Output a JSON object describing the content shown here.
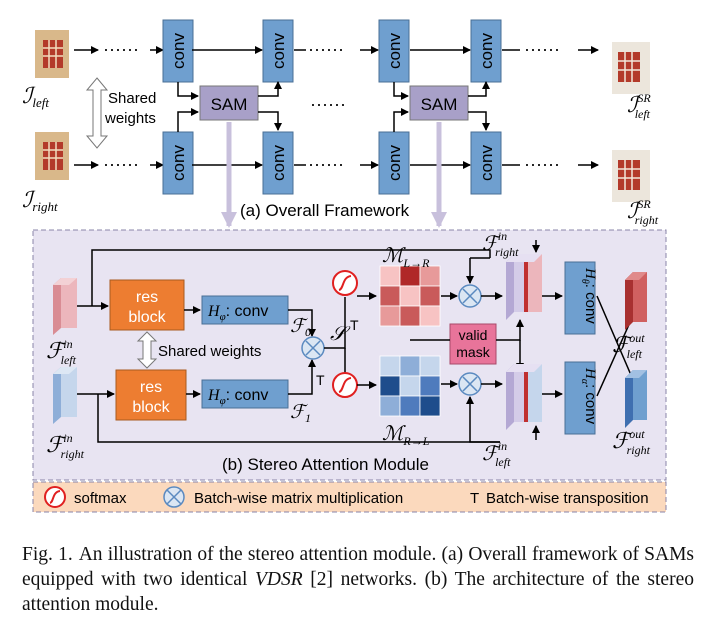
{
  "top": {
    "title": "(a)  Overall Framework",
    "conv_label": "conv",
    "sam_label": "SAM",
    "shared_weights_line1": "Shared",
    "shared_weights_line2": "weights",
    "dots": "······",
    "inputs": [
      {
        "symbol": "ℐ",
        "sub": "left"
      },
      {
        "symbol": "ℐ",
        "sub": "right"
      }
    ],
    "outputs": [
      {
        "symbol": "ℐ",
        "sup": "SR",
        "sub": "left"
      },
      {
        "symbol": "ℐ",
        "sup": "SR",
        "sub": "right"
      }
    ]
  },
  "module": {
    "title": "(b) Stereo Attention Module",
    "res_block_line1": "res",
    "res_block_line2": "block",
    "h_phi_conv": ": conv",
    "h_phi_symbol": "H",
    "h_phi_sub": "φ",
    "shared_weights": "Shared weights",
    "f0": "ℱ",
    "f0_sub": "0",
    "f1": "ℱ",
    "f1_sub": "1",
    "s_symbol": "𝒮",
    "transpose": "T",
    "m_lr": "ℳ",
    "m_lr_sub": "L→R",
    "m_rl": "ℳ",
    "m_rl_sub": "R→L",
    "valid_mask_line1": "valid",
    "valid_mask_line2": "mask",
    "h_theta_conv": ": conv",
    "h_theta_symbol": "H",
    "h_theta_sub": "θ",
    "h_alpha_sub": "α",
    "f_left_in": {
      "sym": "ℱ",
      "sup": "in",
      "sub": "left"
    },
    "f_right_in": {
      "sym": "ℱ",
      "sup": "in",
      "sub": "right"
    },
    "f_right_in_top": {
      "sym": "ℱ",
      "sup": "in",
      "sub": "right"
    },
    "f_left_in_bottom": {
      "sym": "ℱ",
      "sup": "in",
      "sub": "left"
    },
    "f_left_out": {
      "sym": "ℱ",
      "sup": "out",
      "sub": "left"
    },
    "f_right_out": {
      "sym": "ℱ",
      "sup": "out",
      "sub": "right"
    }
  },
  "legend": {
    "softmax": "softmax",
    "matmul": "Batch-wise matrix multiplication",
    "transpose_symbol": "T",
    "transpose": "Batch-wise transposition"
  },
  "colors": {
    "conv_fill": "#6f9fcf",
    "sam_fill": "#a8a0c8",
    "res_fill": "#ed7d31",
    "hphi_fill": "#6f9fcf",
    "mask_fill": "#e8749a",
    "module_bg": "#e8e4f2",
    "legend_bg": "#fbd9bd",
    "lr_palette": [
      "#f7c3c3",
      "#e79a9a",
      "#c95a5a",
      "#b02828"
    ],
    "rl_palette": [
      "#c5d6ec",
      "#8eaed8",
      "#4f7bbd",
      "#1e4d8c"
    ]
  },
  "matrices": {
    "lr": [
      [
        0,
        3,
        1
      ],
      [
        2,
        0,
        2
      ],
      [
        1,
        2,
        0
      ]
    ],
    "rl": [
      [
        0,
        1,
        0
      ],
      [
        3,
        0,
        2
      ],
      [
        1,
        2,
        3
      ]
    ]
  },
  "caption": {
    "label": "Fig. 1.",
    "text_1": "An illustration of the stereo attention module. (a) Overall framework of SAMs equipped with two identical ",
    "vdsr": "VDSR",
    "text_2": " [2] networks. (b) The architecture of the stereo attention module."
  }
}
